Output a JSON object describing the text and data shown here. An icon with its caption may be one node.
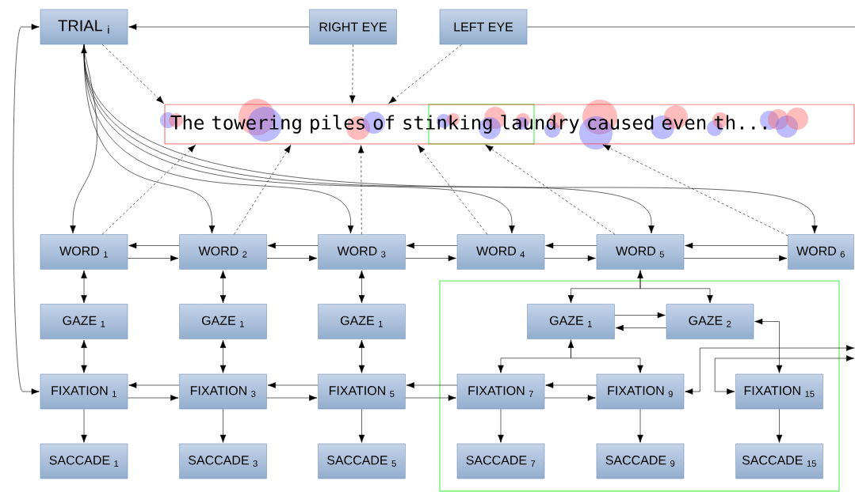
{
  "diagram": {
    "nodes": [
      {
        "text": [
          "TRIAL $_{i}$"
        ]
      },
      {
        "text": [
          "RIGHT EYE"
        ]
      },
      {
        "text": [
          "LEFT EYE"
        ]
      },
      {
        "text": [
          "The towering piles of stinking laundry caused even th..."
        ]
      },
      {
        "text": [
          "WORD $_{1}$"
        ]
      },
      {
        "text": [
          "WORD $_{2}$"
        ]
      },
      {
        "text": [
          "WORD $_{3}$"
        ]
      },
      {
        "text": [
          "WORD $_{4}$"
        ]
      },
      {
        "text": [
          "WORD $_{5}$"
        ]
      },
      {
        "text": [
          "WORD $_{6}$"
        ]
      },
      {
        "text": [
          "GAZE $_{1}$"
        ]
      },
      {
        "text": [
          "GAZE $_{1}$"
        ]
      },
      {
        "text": [
          "GAZE $_{1}$"
        ]
      },
      {
        "text": [],
        "shape": "box"
      },
      {
        "text": [
          "GAZE $_{1}$"
        ],
        "in": 13
      },
      {
        "text": [
          "GAZE $_{2}$"
        ],
        "in": 13
      },
      {
        "text": [
          "FIXATION $_{1}$"
        ]
      },
      {
        "text": [
          "FIXATION $_{3}$"
        ]
      },
      {
        "text": [
          "FIXATION $_{5}$"
        ]
      },
      {
        "text": [
          "FIXATION $_{7}$"
        ],
        "in": 13
      },
      {
        "text": [
          "FIXATION $_{9}$"
        ],
        "in": 13
      },
      {
        "text": [
          "FIXATION $_{15}$"
        ],
        "in": 13
      },
      {
        "text": [
          "SACCADE $_{1}$"
        ]
      },
      {
        "text": [
          "SACCADE $_{3}$"
        ]
      },
      {
        "text": [
          "SACCADE $_{5}$"
        ]
      },
      {
        "text": [
          "SACCADE $_{7}$"
        ],
        "in": 13
      },
      {
        "text": [
          "SACCADE $_{9}$"
        ],
        "in": 13
      },
      {
        "text": [
          "SACCADE $_{15}$"
        ],
        "in": 13
      }
    ],
    "edges": [
      {
        "from": 1,
        "to": 0,
        "arrow": "to"
      },
      {
        "from": 2,
        "to": null,
        "arrow": "none"
      },
      {
        "from": 0,
        "to": 3,
        "arrow": "to",
        "style": "dashed"
      },
      {
        "from": 1,
        "to": 3,
        "arrow": "to",
        "style": "dashed"
      },
      {
        "from": 2,
        "to": 3,
        "arrow": "to",
        "style": "dashed"
      },
      {
        "from": 0,
        "to": 4,
        "arrow": "to"
      },
      {
        "from": 0,
        "to": 5,
        "arrow": "to"
      },
      {
        "from": 0,
        "to": 6,
        "arrow": "both"
      },
      {
        "from": 0,
        "to": 7,
        "arrow": "to"
      },
      {
        "from": 0,
        "to": 8,
        "arrow": "to"
      },
      {
        "from": 0,
        "to": 9,
        "arrow": "to"
      },
      {
        "from": 0,
        "to": 16,
        "arrow": "both"
      },
      {
        "from": 4,
        "to": 3,
        "arrow": "to",
        "style": "dashed"
      },
      {
        "from": 5,
        "to": 3,
        "arrow": "to",
        "style": "dashed"
      },
      {
        "from": 6,
        "to": 3,
        "arrow": "to",
        "style": "dashed"
      },
      {
        "from": 7,
        "to": 3,
        "arrow": "to",
        "style": "dashed"
      },
      {
        "from": 8,
        "to": 3,
        "arrow": "to",
        "style": "dashed"
      },
      {
        "from": 9,
        "to": 3,
        "arrow": "to",
        "style": "dashed"
      },
      {
        "from": 5,
        "to": 4,
        "arrow": "to"
      },
      {
        "from": 4,
        "to": 5,
        "arrow": "to"
      },
      {
        "from": 6,
        "to": 5,
        "arrow": "to"
      },
      {
        "from": 5,
        "to": 6,
        "arrow": "to"
      },
      {
        "from": 7,
        "to": 6,
        "arrow": "to"
      },
      {
        "from": 6,
        "to": 7,
        "arrow": "to"
      },
      {
        "from": 8,
        "to": 7,
        "arrow": "to"
      },
      {
        "from": 7,
        "to": 8,
        "arrow": "to"
      },
      {
        "from": 9,
        "to": 8,
        "arrow": "to"
      },
      {
        "from": 8,
        "to": 9,
        "arrow": "to"
      },
      {
        "from": 4,
        "to": 10,
        "arrow": "both"
      },
      {
        "from": 5,
        "to": 11,
        "arrow": "both"
      },
      {
        "from": 6,
        "to": 12,
        "arrow": "both"
      },
      {
        "from": 8,
        "to": 14,
        "arrow": "both"
      },
      {
        "from": 8,
        "to": 15,
        "arrow": "to"
      },
      {
        "from": 14,
        "to": 15,
        "arrow": "to"
      },
      {
        "from": 15,
        "to": 14,
        "arrow": "to"
      },
      {
        "from": 10,
        "to": 16,
        "arrow": "both"
      },
      {
        "from": 11,
        "to": 17,
        "arrow": "both"
      },
      {
        "from": 12,
        "to": 18,
        "arrow": "both"
      },
      {
        "from": 14,
        "to": 19,
        "arrow": "both"
      },
      {
        "from": 14,
        "to": 20,
        "arrow": "to"
      },
      {
        "from": 15,
        "to": 21,
        "arrow": "both"
      },
      {
        "from": 17,
        "to": 16,
        "arrow": "to"
      },
      {
        "from": 16,
        "to": 17,
        "arrow": "to"
      },
      {
        "from": 18,
        "to": 17,
        "arrow": "to"
      },
      {
        "from": 17,
        "to": 18,
        "arrow": "to"
      },
      {
        "from": 19,
        "to": 18,
        "arrow": "to"
      },
      {
        "from": 18,
        "to": 19,
        "arrow": "to"
      },
      {
        "from": 20,
        "to": 19,
        "arrow": "to"
      },
      {
        "from": 19,
        "to": 20,
        "arrow": "to"
      },
      {
        "from": 20,
        "to": null,
        "arrow": "both"
      },
      {
        "from": 21,
        "to": null,
        "arrow": "both"
      },
      {
        "from": 16,
        "to": 22,
        "arrow": "to"
      },
      {
        "from": 17,
        "to": 23,
        "arrow": "to"
      },
      {
        "from": 18,
        "to": 24,
        "arrow": "to"
      },
      {
        "from": 19,
        "to": 25,
        "arrow": "to"
      },
      {
        "from": 20,
        "to": 26,
        "arrow": "to"
      },
      {
        "from": 21,
        "to": 27,
        "arrow": "to"
      }
    ]
  }
}
